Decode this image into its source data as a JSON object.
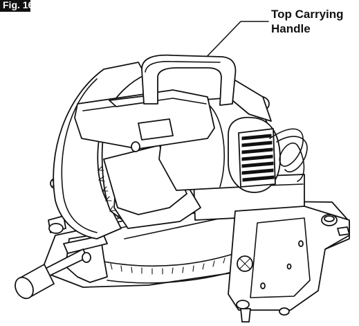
{
  "figure": {
    "tag": "Fig. 16"
  },
  "callout": {
    "line1": "Top Carrying",
    "line2": "Handle"
  }
}
